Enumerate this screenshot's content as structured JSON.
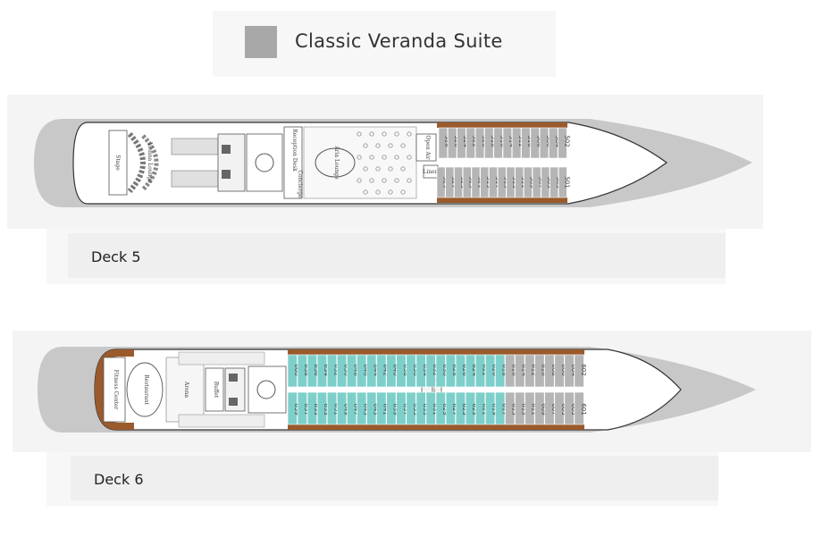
{
  "legend": {
    "label": "Classic Veranda Suite",
    "color": "#a8a8a8"
  },
  "colors": {
    "hull": "#c8c8c8",
    "cabin_gray": "#b5b5b5",
    "cabin_teal": "#7ecfca",
    "balcony_brown": "#9a5a2c",
    "outline": "#333333"
  },
  "decks": [
    {
      "label": "Deck 5",
      "cabins_top": [
        "528",
        "526",
        "524",
        "522",
        "520",
        "518",
        "516",
        "514",
        "512",
        "510",
        "508",
        "506",
        "504",
        "502"
      ],
      "cabins_bottom": [
        "529",
        "527",
        "525",
        "523",
        "521",
        "519",
        "517",
        "515",
        "513",
        "511",
        "509",
        "507",
        "505",
        "503",
        "501"
      ],
      "rooms": [
        "Stage",
        "Vienna Lounge",
        "Reception Desk",
        "Concierge",
        "Aria Lounge",
        "Open Air",
        "Linen"
      ]
    },
    {
      "label": "Deck 6",
      "cabins_top": [
        "660",
        "658",
        "656",
        "654",
        "652",
        "650",
        "648",
        "646",
        "644",
        "642",
        "640",
        "638",
        "636",
        "634",
        "632",
        "630",
        "628",
        "626",
        "624",
        "622",
        "620",
        "618",
        "616",
        "614",
        "612",
        "610",
        "608",
        "606",
        "604",
        "602"
      ],
      "cabins_bottom": [
        "659",
        "657",
        "655",
        "653",
        "651",
        "649",
        "647",
        "645",
        "643",
        "641",
        "639",
        "637",
        "635",
        "633",
        "631",
        "629",
        "627",
        "625",
        "623",
        "621",
        "619",
        "617",
        "615",
        "613",
        "611",
        "609",
        "607",
        "605",
        "603",
        "601"
      ],
      "rooms": [
        "Fitness Center",
        "Restaurant",
        "Buffet",
        "Arena",
        "Lounge"
      ]
    }
  ]
}
